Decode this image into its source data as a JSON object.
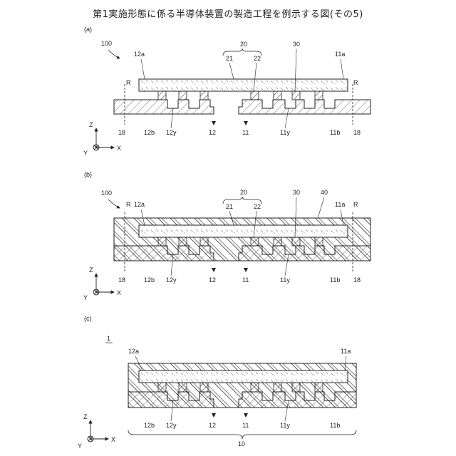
{
  "title": "第1実施形態に係る半導体装置の製造工程を例示する図(その5)",
  "panels": [
    {
      "tag": "(a)",
      "ref_100": "100",
      "labels": {
        "R_left": "R",
        "R_right": "R",
        "l12a": "12a",
        "l11a": "11a",
        "l20": "20",
        "l21": "21",
        "l22": "22",
        "l30": "30",
        "l18_left": "18",
        "l12b": "12b",
        "l12y": "12y",
        "l12": "12",
        "l11": "11",
        "l11y": "11y",
        "l11b": "11b",
        "l18_right": "18"
      }
    },
    {
      "tag": "(b)",
      "ref_100": "100",
      "labels": {
        "R_left": "R",
        "R_right": "R",
        "l12a": "12a",
        "l11a": "11a",
        "l20": "20",
        "l21": "21",
        "l22": "22",
        "l30": "30",
        "l40": "40",
        "l18_left": "18",
        "l12b": "12b",
        "l12y": "12y",
        "l12": "12",
        "l11": "11",
        "l11y": "11y",
        "l11b": "11b",
        "l18_right": "18"
      }
    },
    {
      "tag": "(c)",
      "ref_1": "1",
      "labels": {
        "l12a": "12a",
        "l11a": "11a",
        "l12b": "12b",
        "l12y": "12y",
        "l12": "12",
        "l11": "11",
        "l11y": "11y",
        "l11b": "11b",
        "l10": "10"
      }
    }
  ],
  "axes": {
    "z": "Z",
    "x": "X",
    "y": "Y"
  }
}
